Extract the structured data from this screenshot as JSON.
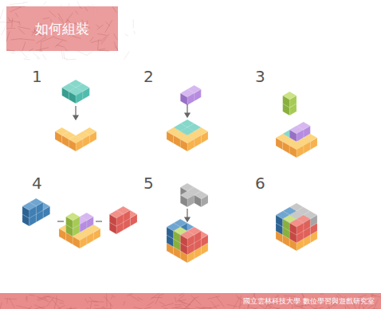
{
  "diagram": {
    "title": "如何組裝",
    "labels": [
      "1",
      "2",
      "3",
      "4",
      "5",
      "6",
      "國立雲林科技大學 數位學習與遊戲研究室"
    ]
  }
}
